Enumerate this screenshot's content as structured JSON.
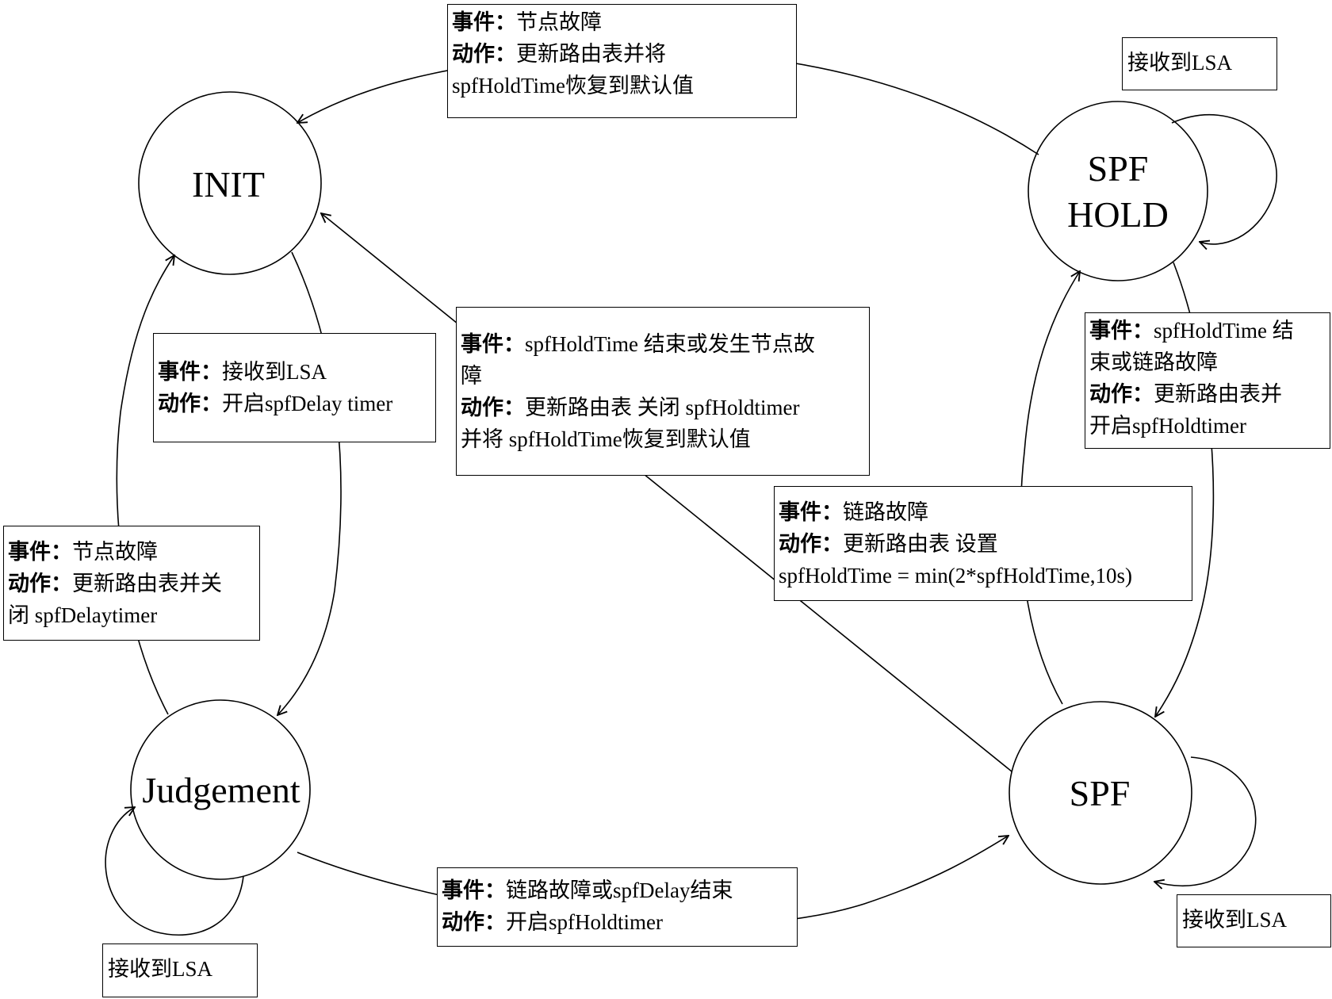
{
  "states": {
    "init": "INIT",
    "spf_hold_line1": "SPF",
    "spf_hold_line2": "HOLD",
    "judgement": "Judgement",
    "spf": "SPF"
  },
  "labels": {
    "event": "事件：",
    "action": "动作："
  },
  "transitions": {
    "hold_to_init": {
      "event": "节点故障",
      "action_line1": "更新路由表并将",
      "action_line2": "spfHoldTime恢复到默认值"
    },
    "init_to_judgement": {
      "event": "接收到LSA",
      "action": "开启spfDelay timer"
    },
    "judgement_to_init": {
      "event": "节点故障",
      "action_line1": "更新路由表并关",
      "action_line2": "闭 spfDelaytimer"
    },
    "spf_to_init": {
      "event_line1": "spfHoldTime 结束或发生节点故",
      "event_line2": "障",
      "action_line1": "更新路由表 关闭 spfHoldtimer",
      "action_line2": "并将 spfHoldTime恢复到默认值"
    },
    "hold_to_spf": {
      "event_line1": "spfHoldTime 结",
      "event_line2": "束或链路故障",
      "action_line1": "更新路由表并",
      "action_line2": "开启spfHoldtimer"
    },
    "spf_to_hold": {
      "event": "链路故障",
      "action_line1": "更新路由表 设置",
      "action_line2": "spfHoldTime = min(2*spfHoldTime,10s)"
    },
    "judgement_to_spf": {
      "event": "链路故障或spfDelay结束",
      "action": "开启spfHoldtimer"
    },
    "self_loops": {
      "spf_hold": "接收到LSA",
      "judgement": "接收到LSA",
      "spf": "接收到LSA"
    }
  }
}
